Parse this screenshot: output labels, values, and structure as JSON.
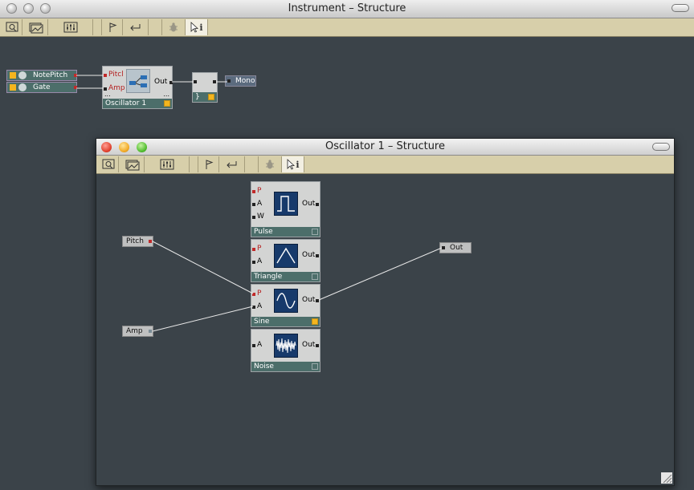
{
  "outer": {
    "title": "Instrument – Structure",
    "modules": {
      "notepitch": "NotePitch",
      "gate": "Gate",
      "osc_in_pitch": "Pitcl",
      "osc_in_amp": "Amp",
      "osc_out": "Out",
      "osc_name": "Oscillator 1",
      "dots": "...",
      "mix_name": "}",
      "mono": "Mono"
    }
  },
  "inner": {
    "title": "Oscillator 1 – Structure",
    "pitch": "Pitch",
    "amp": "Amp",
    "out": "Out",
    "pulse": {
      "name": "Pulse",
      "p": "P",
      "a": "A",
      "w": "W",
      "out": "Out"
    },
    "triangle": {
      "name": "Triangle",
      "p": "P",
      "a": "A",
      "out": "Out"
    },
    "sine": {
      "name": "Sine",
      "p": "P",
      "a": "A",
      "out": "Out"
    },
    "noise": {
      "name": "Noise",
      "a": "A",
      "out": "Out"
    }
  },
  "toolbar": {
    "icons": [
      "zoom-icon",
      "image-icon",
      "mixer-icon",
      "flag-icon",
      "return-icon",
      "bug-icon",
      "pointer-info-icon"
    ],
    "info_glyph": "i"
  },
  "colors": {
    "canvas": "#3b4349",
    "toolbar": "#d7cfaa",
    "module_foot": "#4c6e6a",
    "led_on": "#f4b51e",
    "wave_bg": "#173a6b"
  }
}
